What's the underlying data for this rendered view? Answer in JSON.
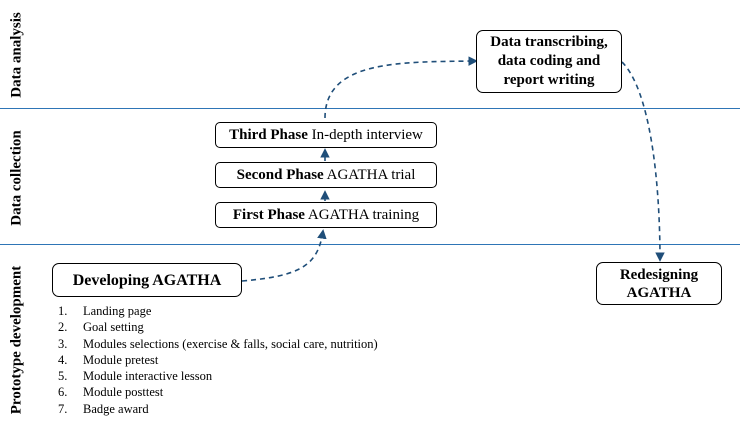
{
  "lanes": {
    "analysis": "Data analysis",
    "collection": "Data collection",
    "development": "Prototype development"
  },
  "boxes": {
    "transcribing": "Data transcribing, data coding and report writing",
    "phase3": {
      "bold": "Third Phase",
      "text": " In-depth interview"
    },
    "phase2": {
      "bold": "Second Phase",
      "text": " AGATHA trial"
    },
    "phase1": {
      "bold": "First Phase",
      "text": " AGATHA training"
    },
    "developing": "Developing AGATHA",
    "redesigning": "Redesigning AGATHA"
  },
  "modules": [
    {
      "num": "1.",
      "text": "Landing page"
    },
    {
      "num": "2.",
      "text": "Goal setting"
    },
    {
      "num": "3.",
      "text": "Modules selections (exercise & falls, social care, nutrition)"
    },
    {
      "num": "4.",
      "text": "Module pretest"
    },
    {
      "num": "5.",
      "text": "Module interactive lesson"
    },
    {
      "num": "6.",
      "text": "Module posttest"
    },
    {
      "num": "7.",
      "text": "Badge award"
    }
  ],
  "colors": {
    "divider": "#2e75b6",
    "arrow": "#1f4e79"
  }
}
